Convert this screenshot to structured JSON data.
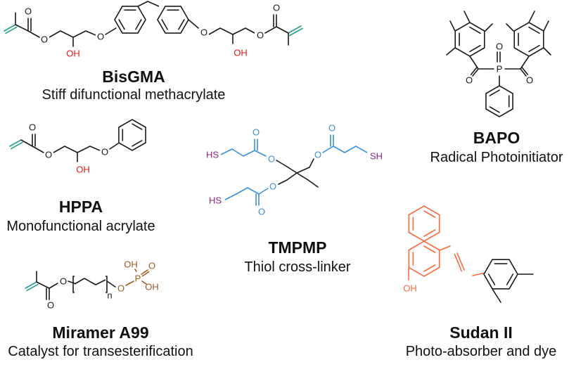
{
  "colors": {
    "bond": "#1a1a1a",
    "oxygen": "#1a1a1a",
    "vinyl": "#2a9d8f",
    "hydroxyl": "#e0191b",
    "thiol_ester": "#3b8fd9",
    "sulfur": "#8e1f86",
    "phosphate": "#9b5a1a",
    "dye": "#f46a3c"
  },
  "atoms": {
    "O": "O",
    "OH": "OH",
    "HS": "HS",
    "SH": "SH",
    "P": "P",
    "n": "n"
  },
  "compounds": [
    {
      "id": "bisgma",
      "name": "BisGMA",
      "description": "Stiff difunctional methacrylate"
    },
    {
      "id": "bapo",
      "name": "BAPO",
      "description": "Radical Photoinitiator"
    },
    {
      "id": "hppa",
      "name": "HPPA",
      "description": "Monofunctional acrylate"
    },
    {
      "id": "tmpmp",
      "name": "TMPMP",
      "description": "Thiol cross-linker"
    },
    {
      "id": "miramer",
      "name": "Miramer A99",
      "description": "Catalyst for transesterification"
    },
    {
      "id": "sudan",
      "name": "Sudan II",
      "description": "Photo-absorber and dye"
    }
  ]
}
